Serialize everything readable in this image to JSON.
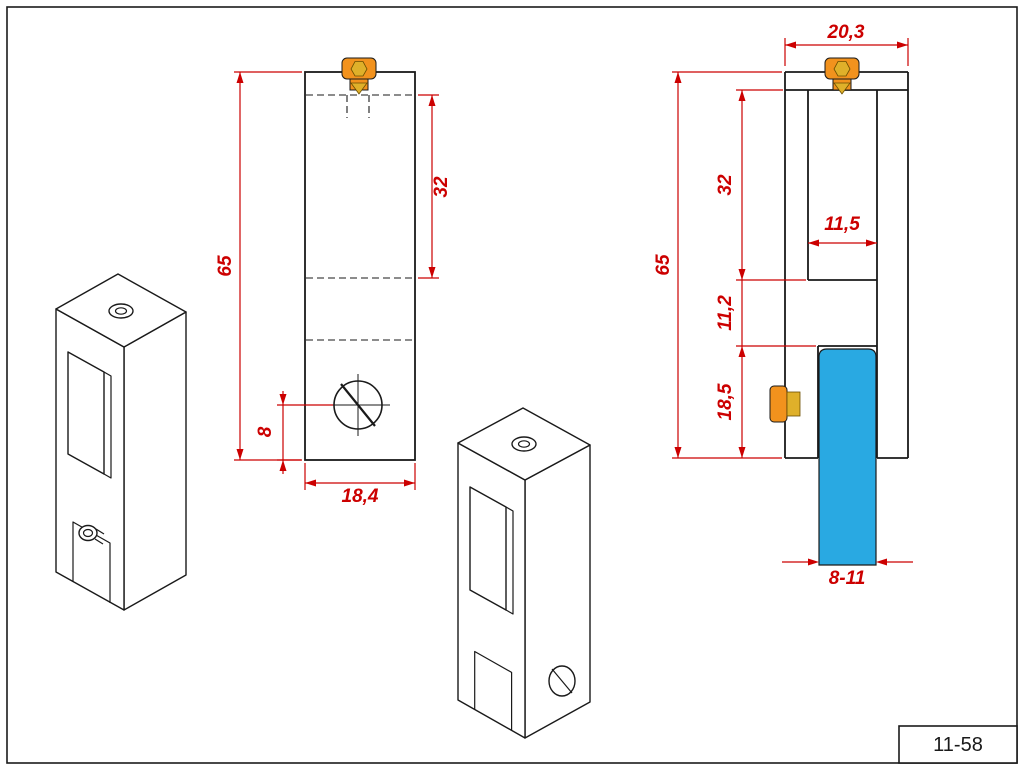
{
  "colors": {
    "background": "#ffffff",
    "outline": "#1a1a1a",
    "dimension": "#cc0000",
    "glass": "#29a9e2",
    "screw_orange": "#f2921d",
    "screw_gold": "#dfb02a"
  },
  "front_view": {
    "dim_height": "65",
    "dim_slot_depth": "32",
    "dim_hole_offset": "8",
    "dim_width": "18,4"
  },
  "side_view": {
    "dim_depth": "20,3",
    "dim_height": "65",
    "dim_slot_depth": "32",
    "dim_slot_width": "11,5",
    "dim_web_height": "11,2",
    "dim_jaw_height": "18,5",
    "dim_glass_thickness": "8-11"
  },
  "title_block": {
    "part_number": "11-58"
  }
}
